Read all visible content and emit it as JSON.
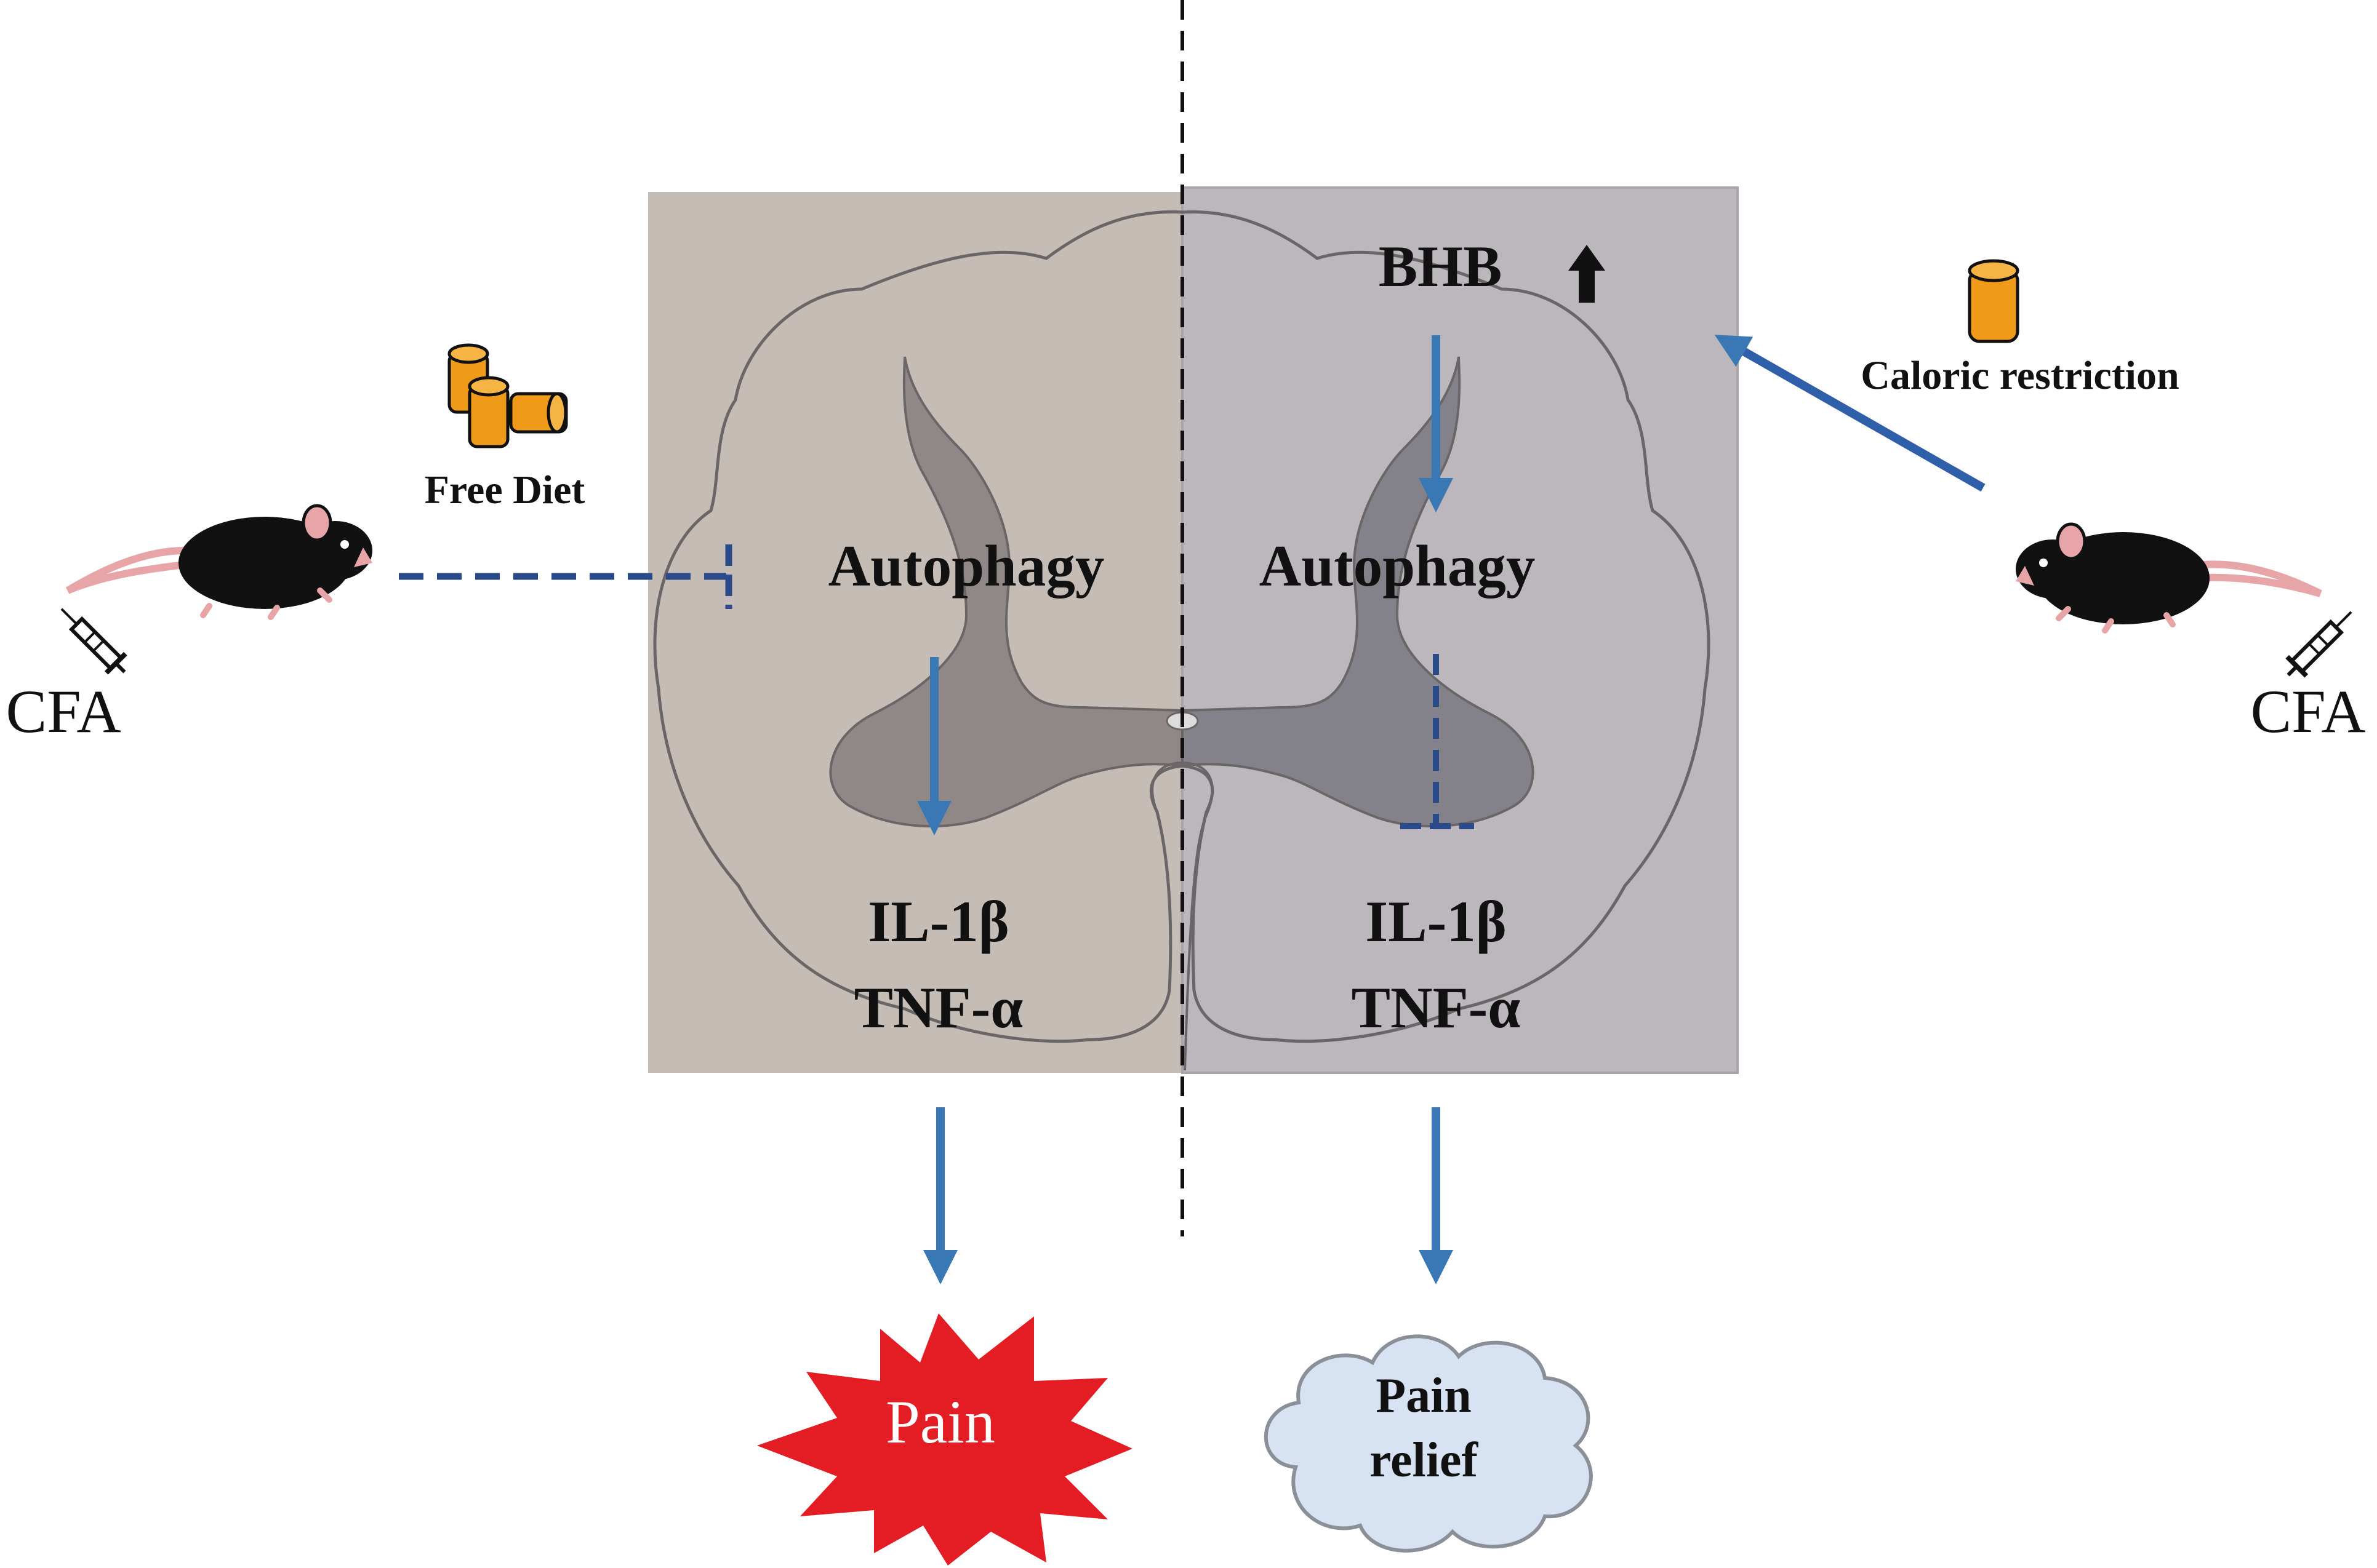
{
  "labels": {
    "cfa_left": "CFA",
    "cfa_right": "CFA",
    "free_diet": "Free Diet",
    "caloric_restriction": "Caloric restriction",
    "bhb": "BHB",
    "autophagy_left": "Autophagy",
    "autophagy_right": "Autophagy",
    "il1b_left": "IL-1β",
    "tnfa_left": "TNF-α",
    "il1b_right": "IL-1β",
    "tnfa_right": "TNF-α",
    "pain": "Pain",
    "pain_relief_line1": "Pain",
    "pain_relief_line2": "relief"
  },
  "colors": {
    "arrow_blue": "#3a78b5",
    "dashed_navy": "#2a4a8a",
    "left_panel": "#c6bcb6",
    "right_panel": "#bbb7bc",
    "grey_matter_left": "#8f8886",
    "grey_matter_right": "#83828a",
    "food_orange": "#f09a1a",
    "pain_red": "#e41c23",
    "cloud_blue": "#d7e3f2"
  },
  "icons": {
    "bhb_increase": "up-arrow-icon",
    "mouse": "mouse-icon",
    "syringe": "syringe-icon",
    "food": "food-pellet-icon"
  }
}
